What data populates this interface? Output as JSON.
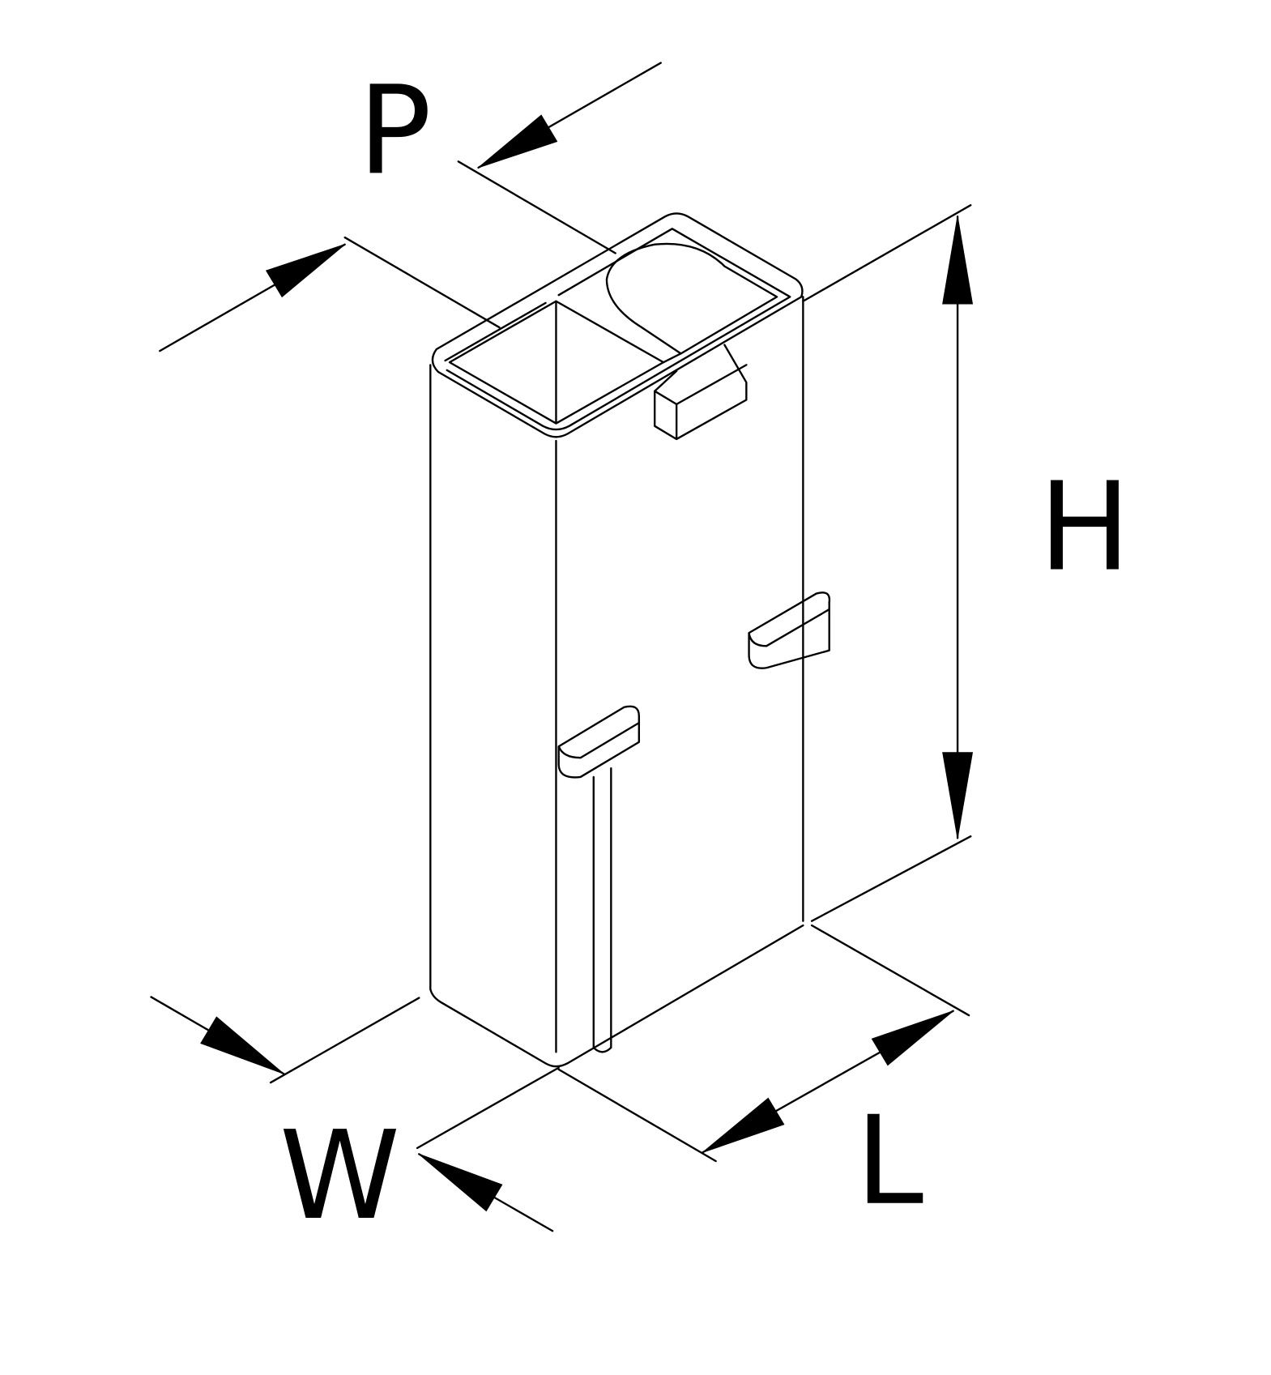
{
  "diagram": {
    "type": "isometric connector housing dimension drawing",
    "line_color": "#000000",
    "background": "#ffffff",
    "dimensions": {
      "pitch": "P",
      "height": "H",
      "width": "W",
      "length": "L"
    }
  }
}
